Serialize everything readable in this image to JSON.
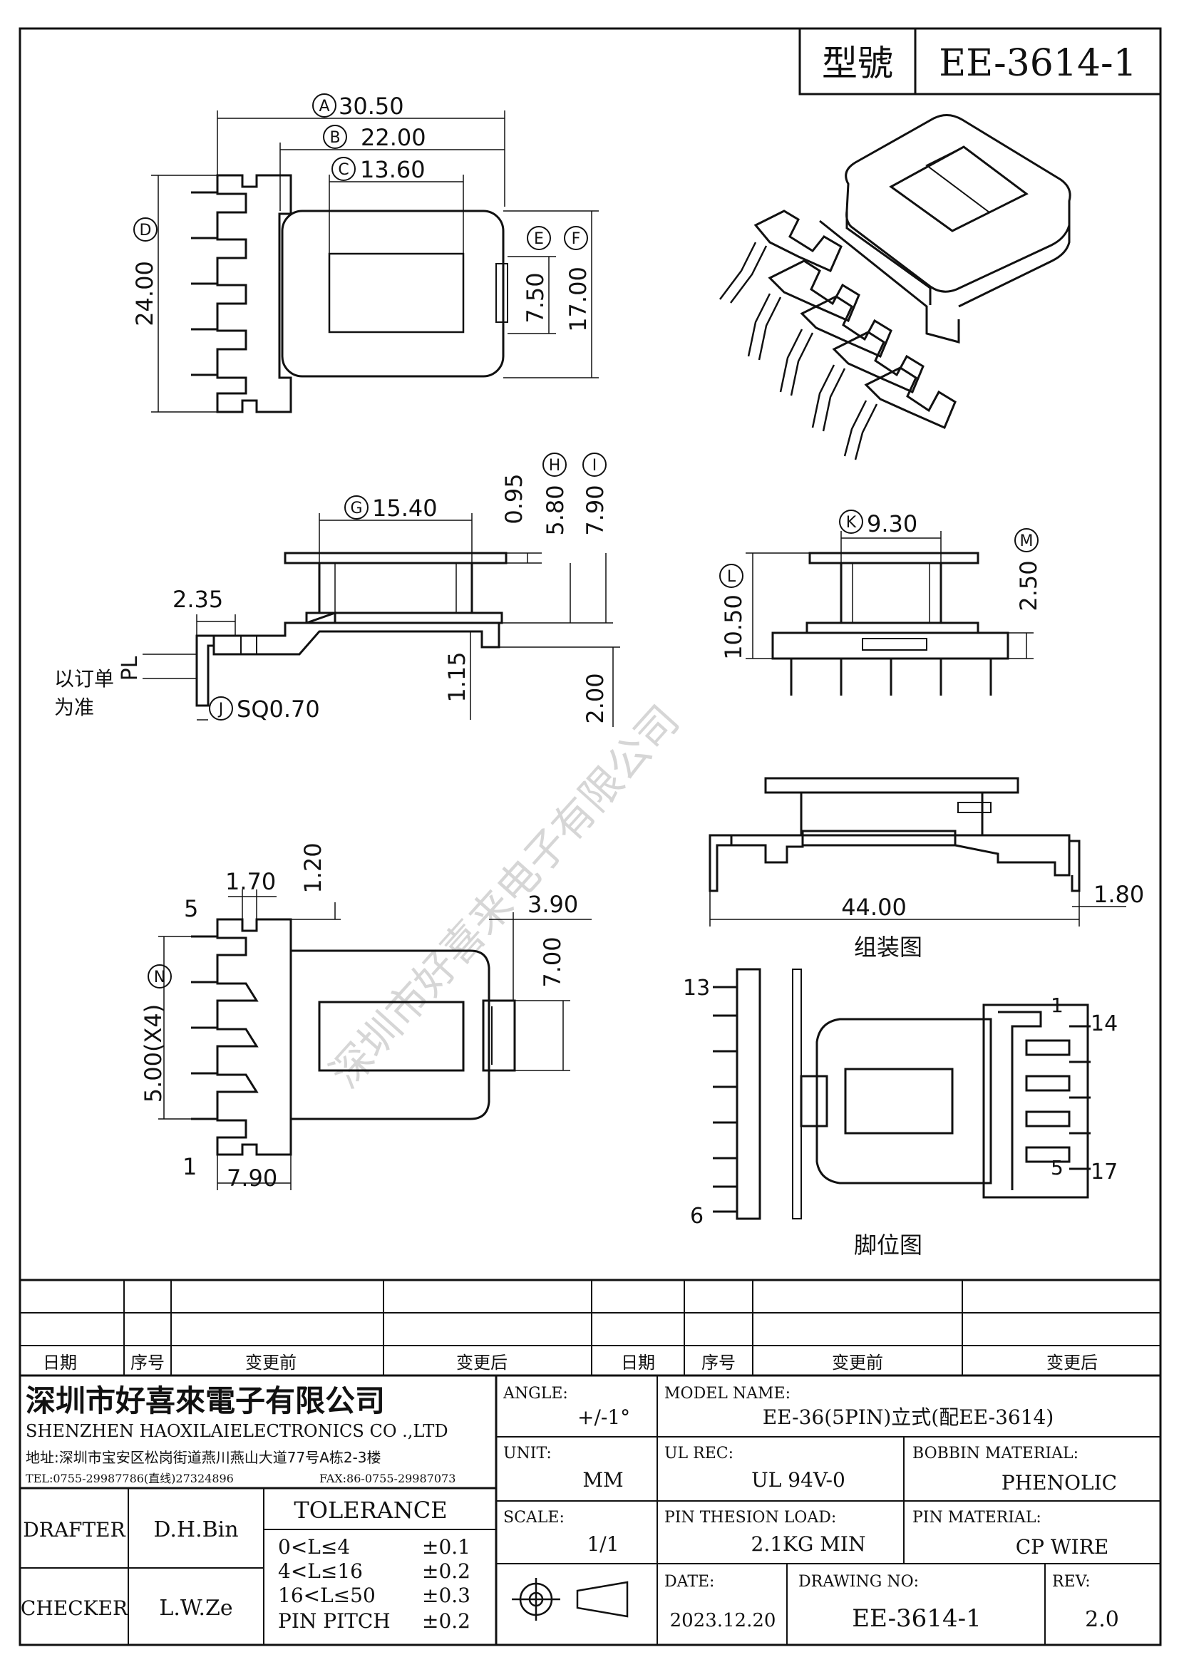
{
  "title_block": {
    "model_label": "型號",
    "model_code": "EE-3614-1"
  },
  "top_view": {
    "dims": {
      "a": "30.50",
      "a_tag": "A",
      "b": "22.00",
      "b_tag": "B",
      "c": "13.60",
      "c_tag": "C",
      "d": "24.00",
      "d_tag": "D",
      "e": "7.50",
      "e_tag": "E",
      "f": "17.00",
      "f_tag": "F"
    }
  },
  "side_view": {
    "dims": {
      "g": "15.40",
      "g_tag": "G",
      "h": "5.80",
      "h_tag": "H",
      "i": "7.90",
      "i_tag": "I",
      "top": "0.95",
      "pin_x": "2.35",
      "pl": "PL",
      "pl_note": [
        "以订单",
        "为准"
      ],
      "j": "SQ0.70",
      "j_tag": "J",
      "under": "1.15",
      "bottom": "2.00"
    }
  },
  "end_view": {
    "dims": {
      "k": "9.30",
      "k_tag": "K",
      "l": "10.50",
      "l_tag": "L",
      "m": "2.50",
      "m_tag": "M"
    }
  },
  "bottom_view": {
    "dims": {
      "w1": "1.70",
      "h1": "1.20",
      "r": "3.90",
      "v": "7.00",
      "pitch": "5.00(X4)",
      "n_tag": "N",
      "base": "7.90",
      "pin_top": "5",
      "pin_bottom": "1"
    }
  },
  "assembly_view": {
    "dims": {
      "total": "44.00",
      "pin": "1.80"
    },
    "caption": "组装图"
  },
  "pin_view": {
    "labels": {
      "p13": "13",
      "p6": "6",
      "p1": "1",
      "p14": "14",
      "p5": "5",
      "p17": "17"
    },
    "caption": "脚位图"
  },
  "watermark": "深圳市好喜来电子有限公司",
  "revision_table": {
    "headers": [
      "日期",
      "序号",
      "变更前",
      "变更后",
      "日期",
      "序号",
      "变更前",
      "变更后"
    ]
  },
  "company": {
    "name_cn": "深圳市好喜來電子有限公司",
    "name_en": "SHENZHEN HAOXILAIELECTRONICS CO .,LTD",
    "address": "地址:深圳市宝安区松岗街道燕川燕山大道77号A栋2-3楼",
    "tel": "TEL:0755-29987786(直线)27324896",
    "fax": "FAX:86-0755-29987073"
  },
  "people": {
    "drafter_label": "DRAFTER",
    "drafter": "D.H.Bin",
    "checker_label": "CHECKER",
    "checker": "L.W.Ze"
  },
  "tolerance": {
    "title": "TOLERANCE",
    "rows": [
      {
        "range": "0<L≤4",
        "tol": "±0.1"
      },
      {
        "range": "4<L≤16",
        "tol": "±0.2"
      },
      {
        "range": "16<L≤50",
        "tol": "±0.3"
      },
      {
        "range": "PIN PITCH",
        "tol": "±0.2"
      }
    ]
  },
  "specs": {
    "angle_label": "ANGLE:",
    "angle": "+/-1°",
    "unit_label": "UNIT:",
    "unit": "MM",
    "scale_label": "SCALE:",
    "scale": "1/1",
    "model_name_label": "MODEL NAME:",
    "model_name": "EE-36(5PIN)立式(配EE-3614)",
    "ul_label": "UL REC:",
    "ul": "UL 94V-0",
    "bobbin_label": "BOBBIN MATERIAL:",
    "bobbin": "PHENOLIC",
    "load_label": "PIN THESION LOAD:",
    "load": "2.1KG MIN",
    "pin_mat_label": "PIN MATERIAL:",
    "pin_mat": "CP  WIRE",
    "date_label": "DATE:",
    "date": "2023.12.20",
    "drawing_no_label": "DRAWING NO:",
    "drawing_no": "EE-3614-1",
    "rev_label": "REV:",
    "rev": "2.0"
  }
}
